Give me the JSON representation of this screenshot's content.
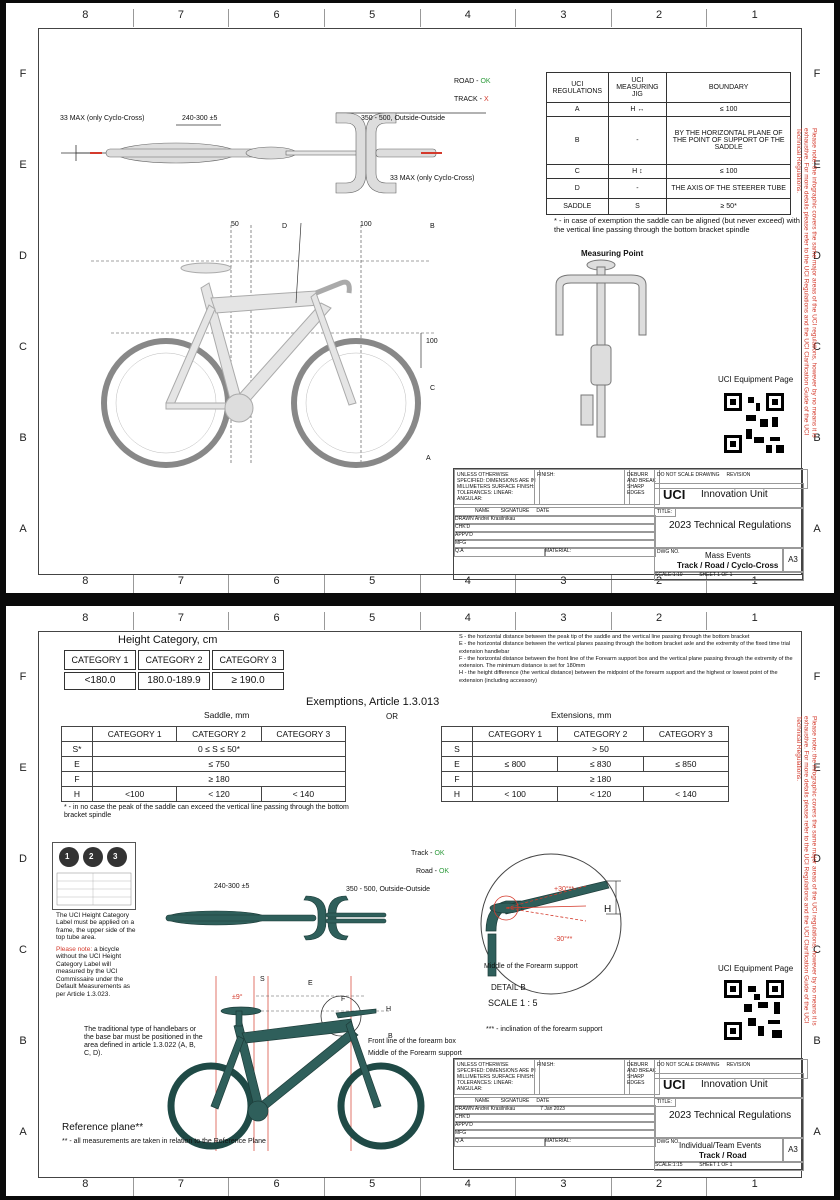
{
  "zones": {
    "cols": [
      "8",
      "7",
      "6",
      "5",
      "4",
      "3",
      "2",
      "1"
    ],
    "rows": [
      "F",
      "E",
      "D",
      "C",
      "B",
      "A"
    ]
  },
  "sheet1": {
    "road_label": "ROAD - ",
    "road_status": "OK",
    "track_label": "TRACK - ",
    "track_status": "X",
    "dim_33_left": "33 MAX (only Cyclo-Cross)",
    "dim_240": "240-300 ±5",
    "dim_350": "350 - 500, Outside-Outside",
    "dim_33_right": "33 MAX (only Cyclo-Cross)",
    "dim_50": "50",
    "dim_100_top": "100",
    "dim_100_side": "100",
    "label_d": "D",
    "label_b": "B",
    "label_c": "C",
    "label_a": "A",
    "table": {
      "headers": [
        "UCI REGULATIONS",
        "UCI MEASURING JIG",
        "BOUNDARY"
      ],
      "rows": [
        [
          "A",
          "H ↔",
          "≤ 100"
        ],
        [
          "B",
          "-",
          "BY THE HORIZONTAL PLANE OF THE POINT OF SUPPORT OF THE SADDLE"
        ],
        [
          "C",
          "H ↕",
          "≤ 100"
        ],
        [
          "D",
          "-",
          "THE AXIS OF THE STEERER TUBE"
        ],
        [
          "SADDLE",
          "S",
          "≥ 50*"
        ]
      ]
    },
    "footnote": "* - in case of exemption the saddle can be aligned (but never exceed) with the vertical line passing through the bottom bracket spindle",
    "measuring_point": "Measuring Point",
    "uci_page": "UCI Equipment Page",
    "red_note": "Please note: the infographic covers the same major areas of the UCI regulations, however by no means it is exhaustive. For more details please refer to the UCI Regulations and the UCI Clarification Guide of the UCI Technical Regulations.",
    "title_block": {
      "logo": "UCI",
      "unit": "Innovation Unit",
      "title": "2023 Technical Regulations",
      "subtitle": "Mass Events",
      "subtitle2": "Track / Road / Cyclo-Cross",
      "size": "A3",
      "dnsd": "DO NOT SCALE DRAWING",
      "revision": "REVISION",
      "dims_note": "UNLESS OTHERWISE SPECIFIED: DIMENSIONS ARE IN MILLIMETERS SURFACE FINISH: TOLERANCES: LINEAR: ANGULAR:",
      "finish": "FINISH:",
      "deburr": "DEBURR AND BREAK SHARP EDGES",
      "name": "NAME",
      "signature": "SIGNATURE",
      "date": "DATE",
      "drawn": "DRAWN",
      "drawn_by": "Andrei Krasilnikau",
      "chkd": "CHK'D",
      "appvd": "APPV'D",
      "mfg": "MFG",
      "qa": "Q.A",
      "material": "MATERIAL:",
      "dwg": "DWG NO.",
      "title_lbl": "TITLE:",
      "scale": "SCALE:1:10",
      "sheet": "SHEET 1 OF 1"
    }
  },
  "sheet2": {
    "height_title": "Height Category, cm",
    "categories": [
      "CATEGORY 1",
      "CATEGORY 2",
      "CATEGORY 3"
    ],
    "heights": [
      "<180.0",
      "180.0-189.9",
      "≥ 190.0"
    ],
    "notes": [
      "S - the horizontal distance between the peak tip of the saddle and the vertical line passing through the bottom bracket",
      "E - the horizontal distance between the vertical planes passing through the bottom bracket axle and the extremity of the fixed time trial extension handlebar",
      "F - the horizontal distance between the front line of the Forearm support box and the vertical plane passing through the extremity of the extension. The minimum distance is set for 180mm",
      "H - the height difference (the vertical distance) between the midpoint of the forearm support and the highest or lowest point of the extension (including accessory)"
    ],
    "exemptions_title": "Exemptions, Article 1.3.013",
    "or": "OR",
    "saddle_title": "Saddle, mm",
    "extensions_title": "Extensions, mm",
    "saddle_rows": [
      [
        "S*",
        "0 ≤ S ≤ 50*"
      ],
      [
        "E",
        "≤ 750"
      ],
      [
        "F",
        "≥ 180"
      ]
    ],
    "saddle_h": [
      "H",
      "<100",
      "< 120",
      "< 140"
    ],
    "ext_rows": [
      [
        "S",
        "> 50"
      ],
      [
        "E",
        "≤ 800",
        "≤ 830",
        "≤ 850"
      ],
      [
        "F",
        "≥ 180"
      ],
      [
        "H",
        "< 100",
        "< 120",
        "< 140"
      ]
    ],
    "saddle_note": "* - in no case the peak of the saddle can exceed the vertical line passing through the bottom bracket spindle",
    "label_note": "The UCI Height Category Label must be applied on a frame, the upper side of the top tube area.",
    "please_note": "Please note:",
    "please_text": " a bicycle without the UCI Height Category Label will measured by the UCI Commissaire under the Default Measurements as per Article 1.3.023.",
    "track_label": "Track - ",
    "track_status": "OK",
    "road_label": "Road - ",
    "road_status": "OK",
    "dim_240": "240-300 ±5",
    "dim_350": "350 - 500, Outside-Outside",
    "plus30": "+30°**",
    "minus30": "-30°**",
    "h_label": "H",
    "mid_forearm": "Middle of the Forearm support",
    "detail": "DETAIL B",
    "scale": "SCALE 1 : 5",
    "incl_note": "*** - inclination of the forearm support",
    "uci_page": "UCI Equipment Page",
    "trad_note": "The traditional type of handlebars or the base bar must be positioned in the area defined in article 1.3.022 (A, B, C, D).",
    "front_line": "Front line of the forearm box",
    "mid_forearm2": "Middle of the Forearm support",
    "ref_plane": "Reference plane**",
    "ref_note": "** - all measurements are taken in relation to the Reference Plane",
    "dim_s": "S",
    "dim_e": "E",
    "dim_f": "F",
    "dim_h": "H",
    "dim_ang": "±9°",
    "label_b": "B",
    "badges": [
      "1",
      "2",
      "3"
    ],
    "red_note": "Please note: the infographic covers the same major areas of the UCI regulations, however by no means it is exhaustive. For more details please refer to the UCI Regulations and the UCI Clarification Guide of the UCI Technical Regulations.",
    "title_block": {
      "logo": "UCI",
      "unit": "Innovation Unit",
      "title": "2023 Technical Regulations",
      "subtitle": "Individual/Team Events",
      "subtitle2": "Track / Road",
      "size": "A3",
      "date": "7 Jan 2023",
      "scale": "SCALE:1:15",
      "sheet": "SHEET 1 OF 1"
    }
  }
}
